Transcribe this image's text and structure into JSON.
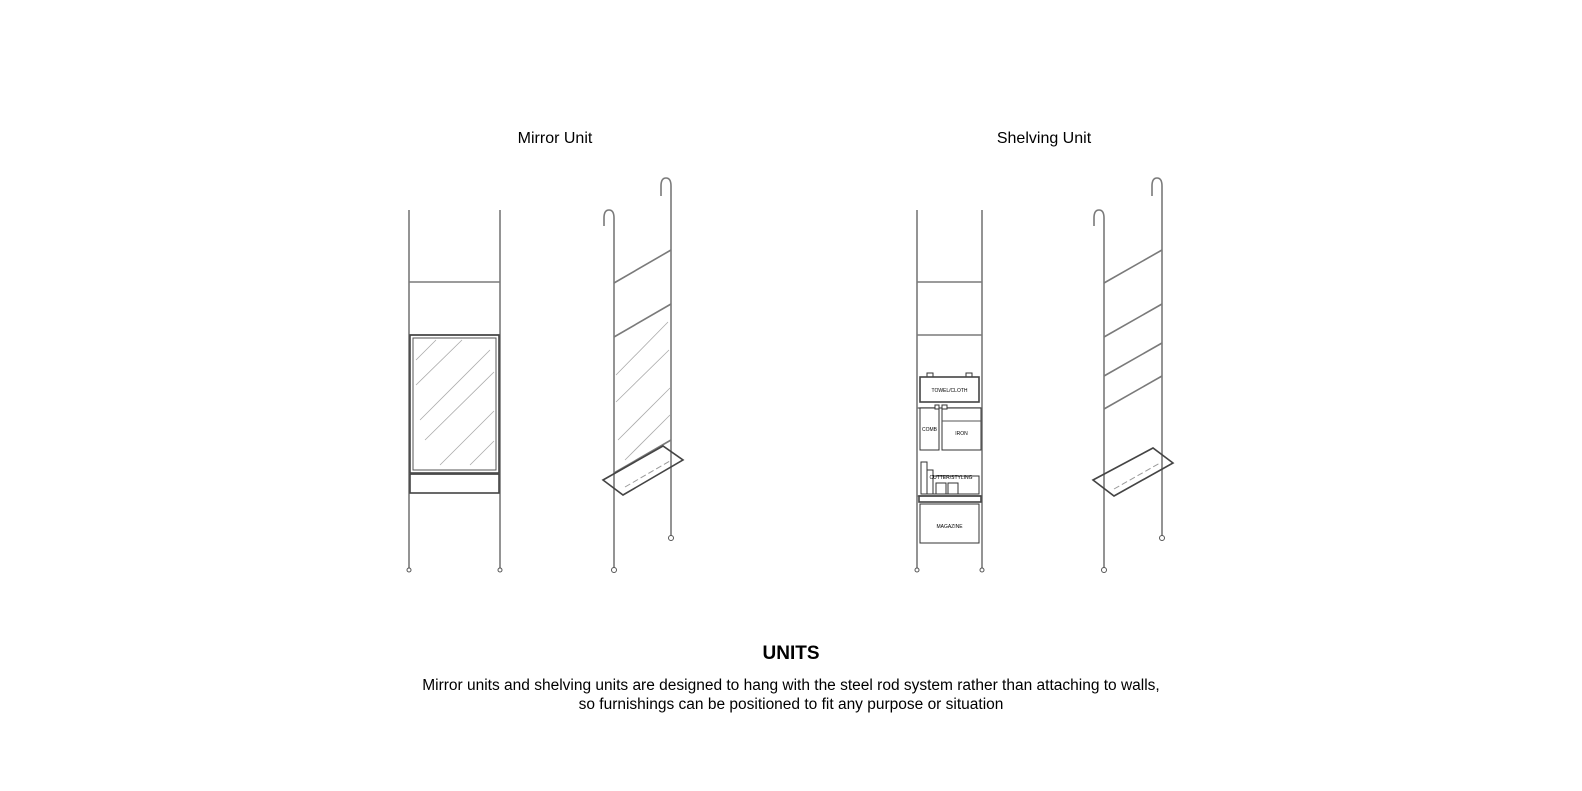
{
  "units": [
    {
      "title": "Mirror Unit"
    },
    {
      "title": "Shelving Unit"
    }
  ],
  "shelving_labels": {
    "towel": "TOWEL/CLOTH",
    "comb": "COMB",
    "iron": "IRON",
    "cutter": "CUTTER/STYLING",
    "magazine": "MAGAZINE"
  },
  "footer": {
    "heading": "UNITS",
    "line1": "Mirror units and shelving units are designed to hang with the steel rod system rather than attaching to walls,",
    "line2": "so furnishings can be positioned to fit any purpose or situation"
  }
}
